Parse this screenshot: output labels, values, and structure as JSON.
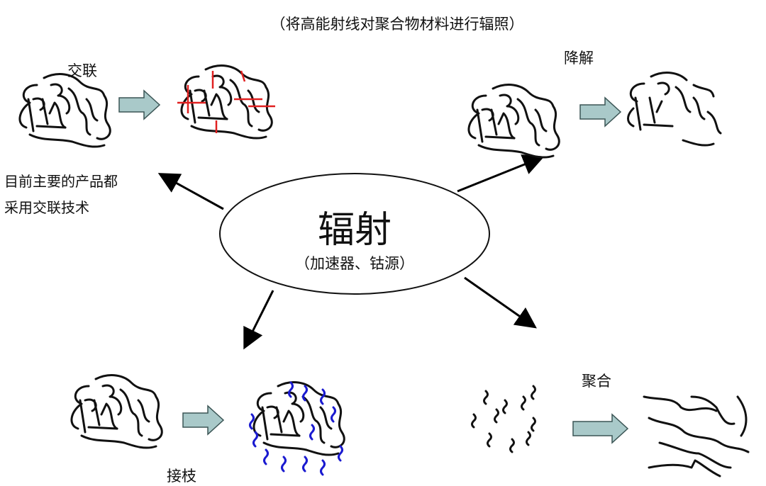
{
  "title": "（将高能射线对聚合物材料进行辐照）",
  "center": {
    "label": "辐射",
    "sources": "（加速器、钴源）"
  },
  "branches": {
    "crosslink": {
      "label": "交联",
      "note": "目前主要的产品都采用交联技术"
    },
    "degradation": {
      "label": "降解"
    },
    "grafting": {
      "label": "接枝"
    },
    "polymerization": {
      "label": "聚合"
    }
  },
  "colors": {
    "crosslink": "#e02020",
    "graft": "#1a1ad0",
    "arrow_fill": "#a9c9c9"
  }
}
